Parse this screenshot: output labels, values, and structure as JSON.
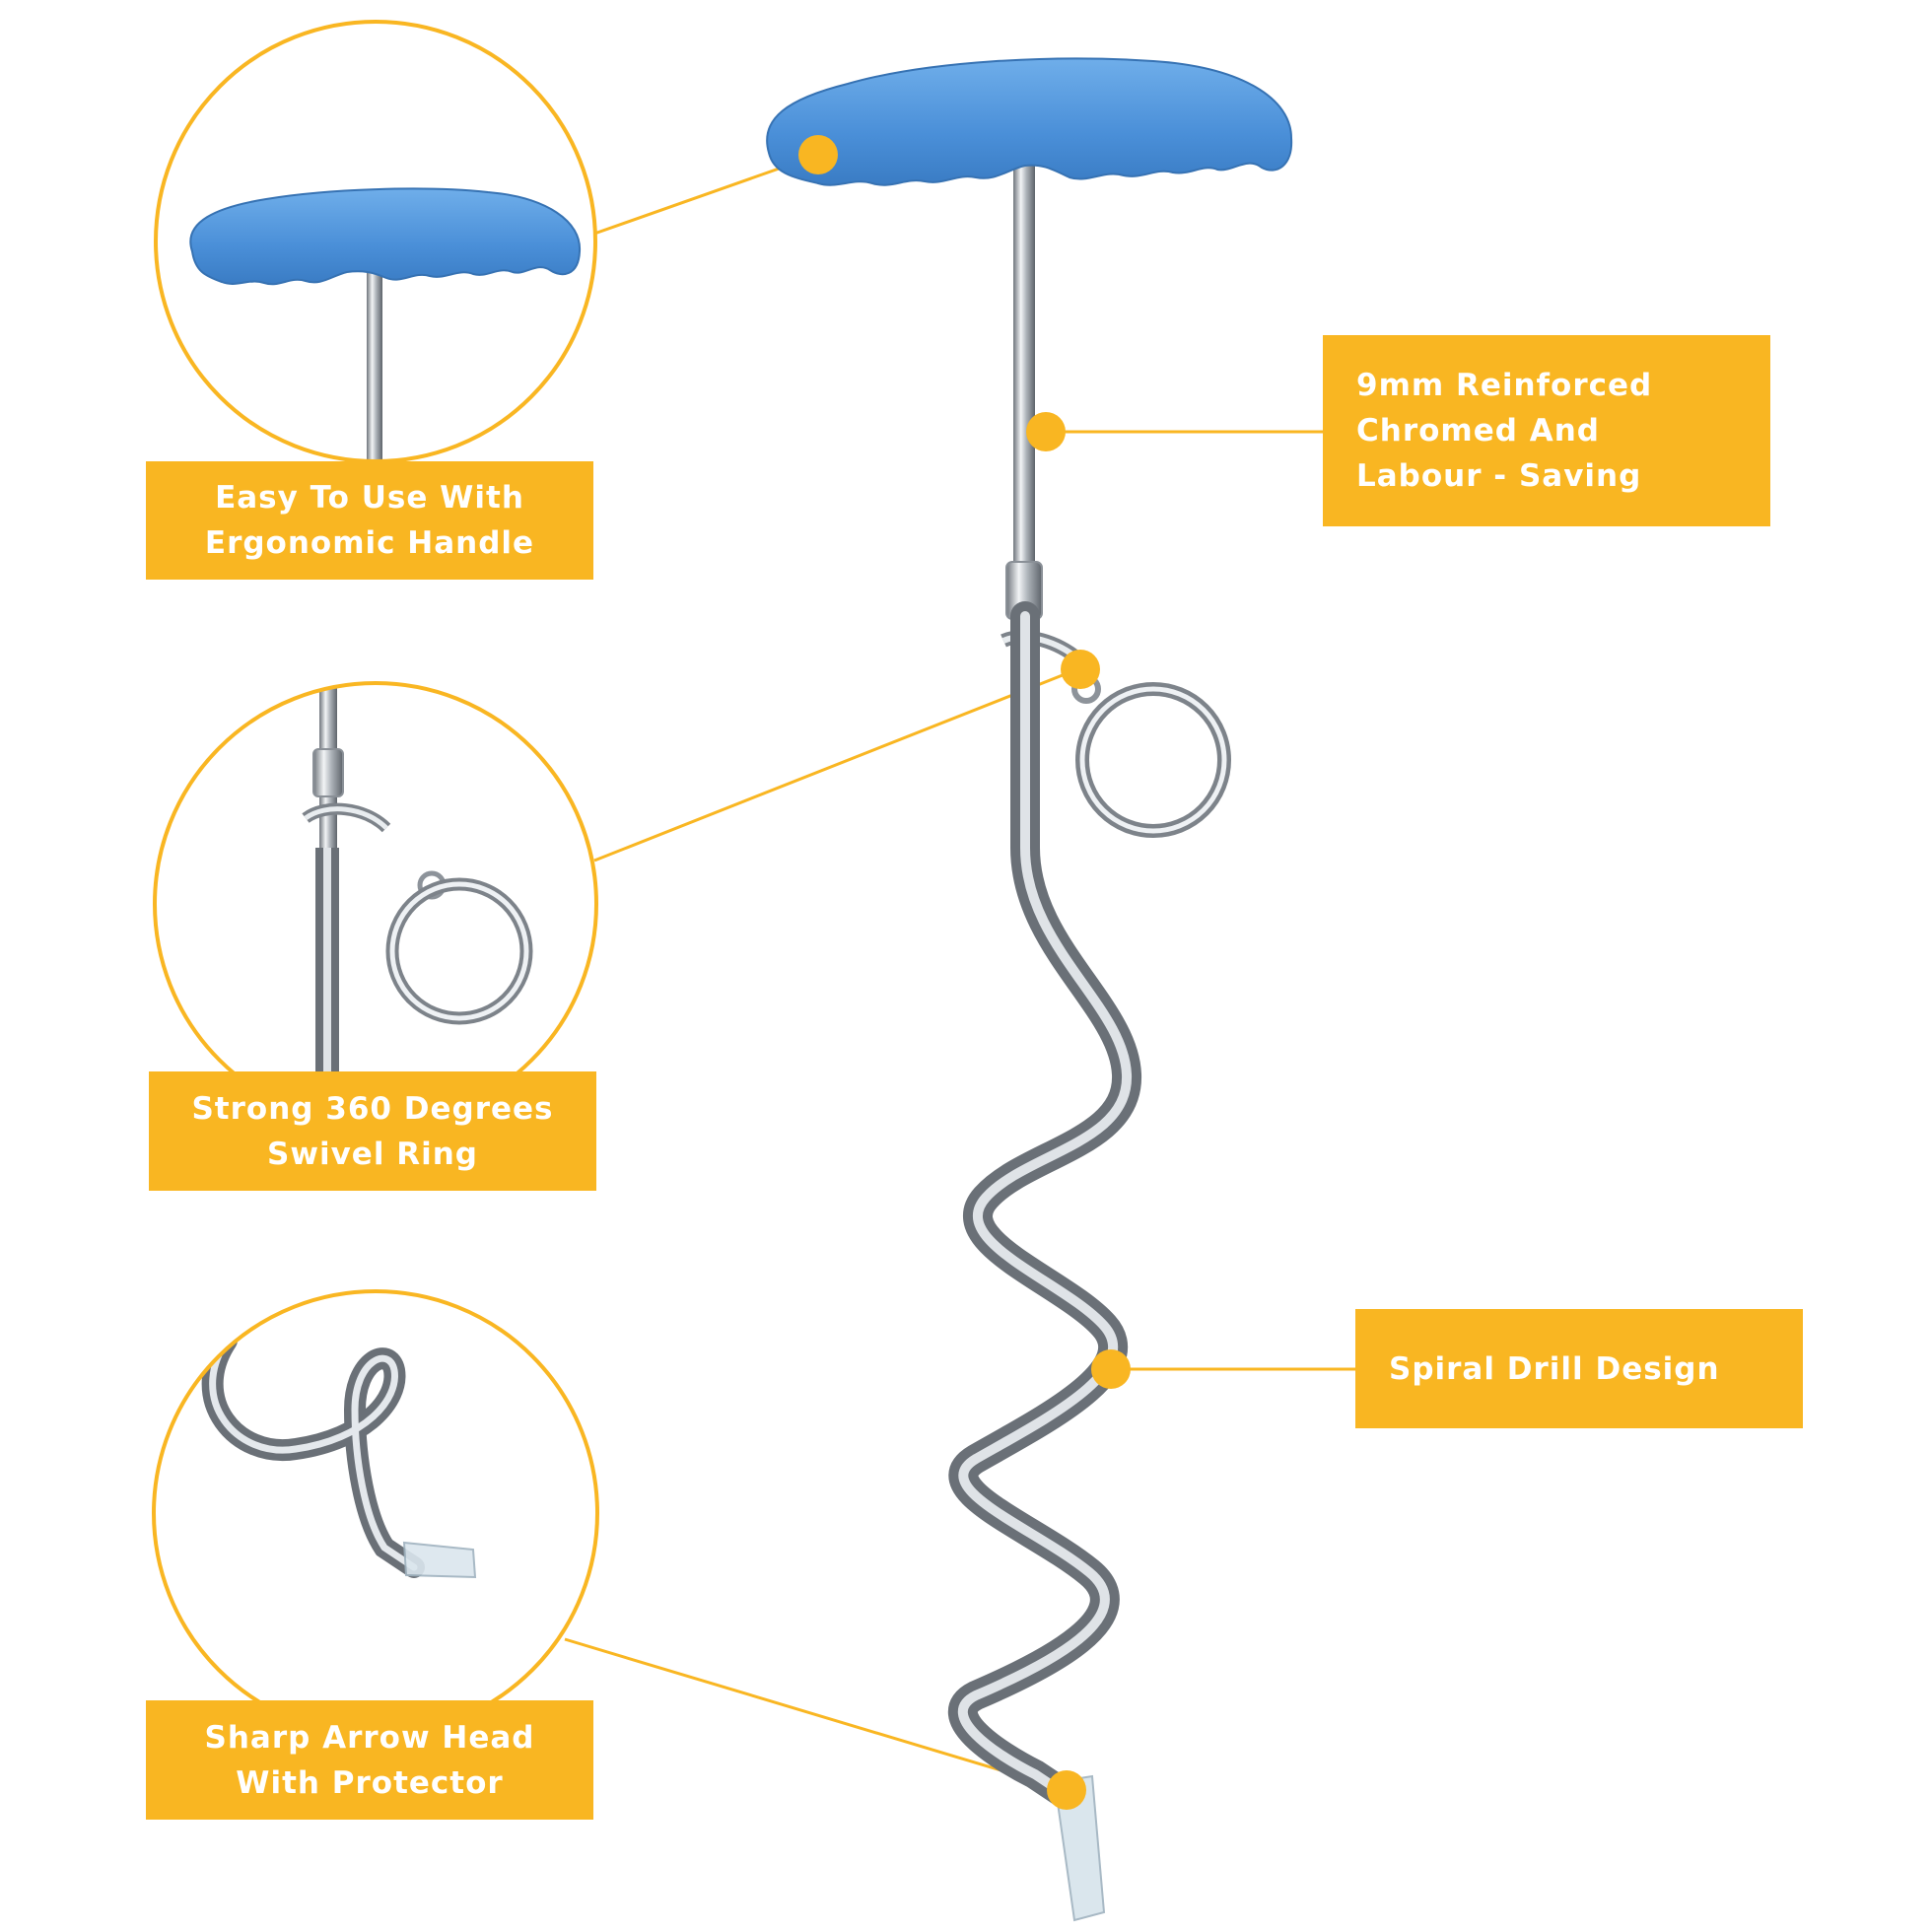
{
  "features": {
    "handle": {
      "label": "Easy To Use With\nErgonomic Handle",
      "icon": "ergonomic-handle-detail"
    },
    "swivel": {
      "label": "Strong 360 Degrees\nSwivel Ring",
      "icon": "swivel-ring-detail"
    },
    "arrow": {
      "label": "Sharp Arrow Head\nWith Protector",
      "icon": "arrow-head-detail"
    },
    "chromed": {
      "label": "9mm Reinforced\nChromed And\nLabour - Saving"
    },
    "spiral": {
      "label": "Spiral Drill Design"
    }
  },
  "colors": {
    "accent": "#F9B622",
    "handle_blue": "#4A8FD8",
    "chrome": "#B9BEC4",
    "label_text": "#FFFFFF"
  }
}
